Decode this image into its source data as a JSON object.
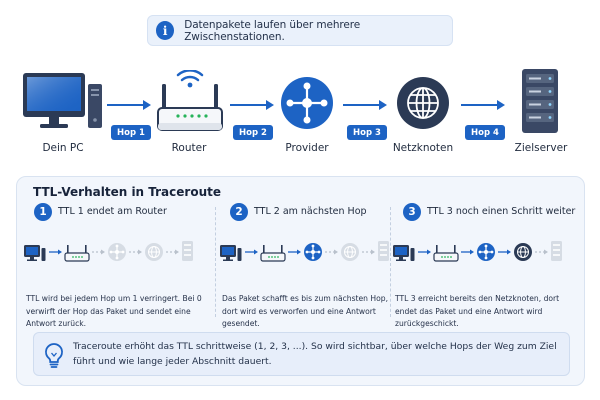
{
  "banner": {
    "icon": "info-icon",
    "badge": "i",
    "text": "Datenpakete laufen über mehrere Zwischenstationen."
  },
  "nodes": [
    {
      "id": "pc",
      "label": "Dein PC",
      "icon": "desktop-pc-icon"
    },
    {
      "id": "router",
      "label": "Router",
      "icon": "wifi-router-icon"
    },
    {
      "id": "provider",
      "label": "Provider",
      "icon": "network-hub-icon"
    },
    {
      "id": "netzknoten",
      "label": "Netzknoten",
      "icon": "globe-icon"
    },
    {
      "id": "zielserver",
      "label": "Zielserver",
      "icon": "server-icon"
    }
  ],
  "hops": [
    "Hop 1",
    "Hop 2",
    "Hop 3",
    "Hop 4"
  ],
  "ttl": {
    "title": "TTL-Verhalten in Traceroute",
    "steps": [
      {
        "number": "1",
        "title": "TTL 1 endet am Router",
        "reached": 1,
        "description": "TTL wird bei jedem Hop um 1 verringert. Bei 0 verwirft der Hop das Paket und sendet eine Antwort zurück."
      },
      {
        "number": "2",
        "title": "TTL 2 am nächsten Hop",
        "reached": 2,
        "description": "Das Paket schafft es bis zum nächsten Hop, dort wird es verworfen und eine Antwort gesendet."
      },
      {
        "number": "3",
        "title": "TTL 3 noch einen Schritt weiter",
        "reached": 3,
        "description": "TTL 3 erreicht bereits den Netzknoten, dort endet das Paket und eine Antwort wird zurückgeschickt."
      }
    ]
  },
  "tip": {
    "icon": "lightbulb-icon",
    "text": "Traceroute erhöht das TTL schrittweise (1, 2, 3, ...). So wird sichtbar, über welche Hops der Weg zum Ziel führt und wie lange jeder Abschnitt dauert."
  },
  "colors": {
    "accent": "#1d63c4",
    "dark": "#2b3a55",
    "inactive": "#b9c1cc"
  }
}
